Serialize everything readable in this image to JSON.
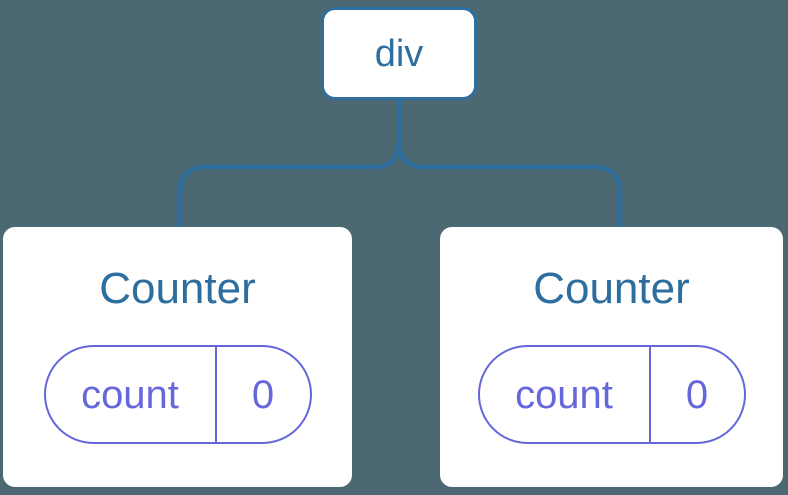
{
  "diagram": {
    "description": "component tree with root element and two stateful children",
    "root": {
      "label": "div"
    },
    "children": [
      {
        "title": "Counter",
        "state": {
          "key": "count",
          "value": "0"
        }
      },
      {
        "title": "Counter",
        "state": {
          "key": "count",
          "value": "0"
        }
      }
    ]
  },
  "colors": {
    "background": "#4C6873",
    "node_blue": "#2E6F9F",
    "title_blue": "#2D6E9E",
    "state_purple": "#6567DB",
    "card_background": "#FFFFFF"
  }
}
